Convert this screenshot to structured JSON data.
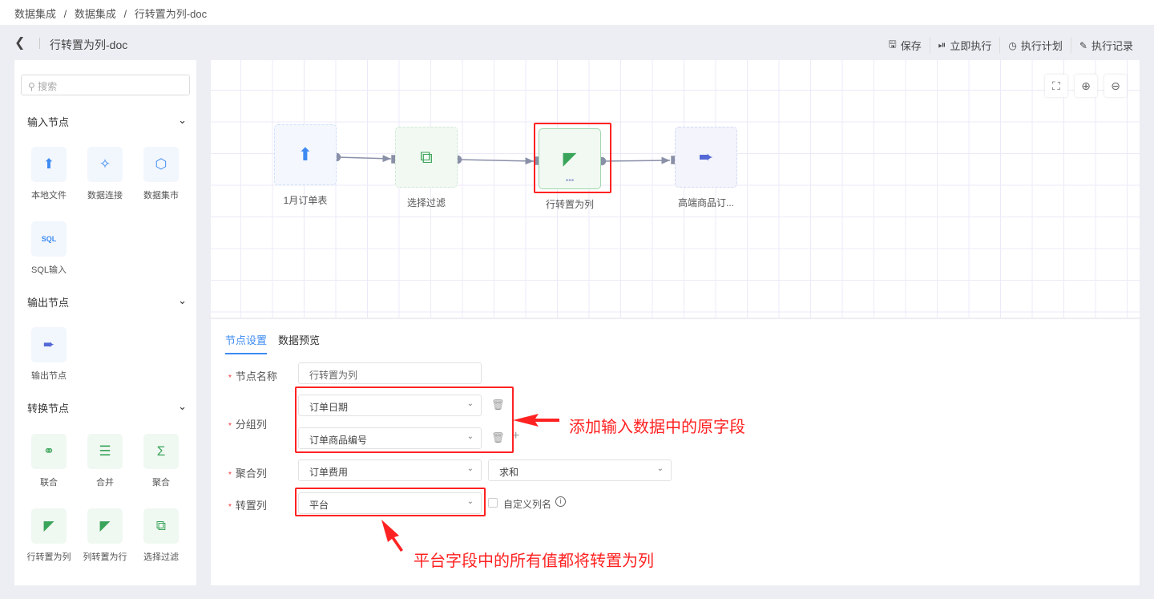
{
  "breadcrumb": [
    "数据集成",
    "/",
    "数据集成",
    "/",
    "行转置为列-doc"
  ],
  "header": {
    "title": "行转置为列-doc",
    "actions": [
      {
        "icon": "save-icon",
        "label": "保存"
      },
      {
        "icon": "play-icon",
        "label": "立即执行"
      },
      {
        "icon": "clock-icon",
        "label": "执行计划"
      },
      {
        "icon": "log-icon",
        "label": "执行记录"
      }
    ]
  },
  "sidebar": {
    "search_placeholder": "搜索",
    "input_section": "输入节点",
    "input_items": [
      "本地文件",
      "数据连接",
      "数据集市",
      "SQL输入"
    ],
    "output_section": "输出节点",
    "output_items": [
      "输出节点"
    ],
    "transform_section": "转换节点",
    "transform_items": [
      "联合",
      "合并",
      "聚合",
      "行转置为列",
      "列转置为行",
      "选择过滤"
    ]
  },
  "flow": {
    "nodes": [
      "1月订单表",
      "选择过滤",
      "行转置为列",
      "高端商品订..."
    ]
  },
  "panel": {
    "tabs": [
      "节点设置",
      "数据预览"
    ],
    "node_name_label": "节点名称",
    "node_name_value": "行转置为列",
    "group_label": "分组列",
    "group_values": [
      "订单日期",
      "订单商品编号"
    ],
    "agg_label": "聚合列",
    "agg_field": "订单费用",
    "agg_func": "求和",
    "transpose_label": "转置列",
    "transpose_value": "平台",
    "custom_name_label": "自定义列名"
  },
  "annotations": [
    "添加输入数据中的原字段",
    "平台字段中的所有值都将转置为列"
  ],
  "colors": {
    "accent": "#3d8bf2",
    "green": "#3aa55a",
    "annotation": "#ff2222"
  }
}
